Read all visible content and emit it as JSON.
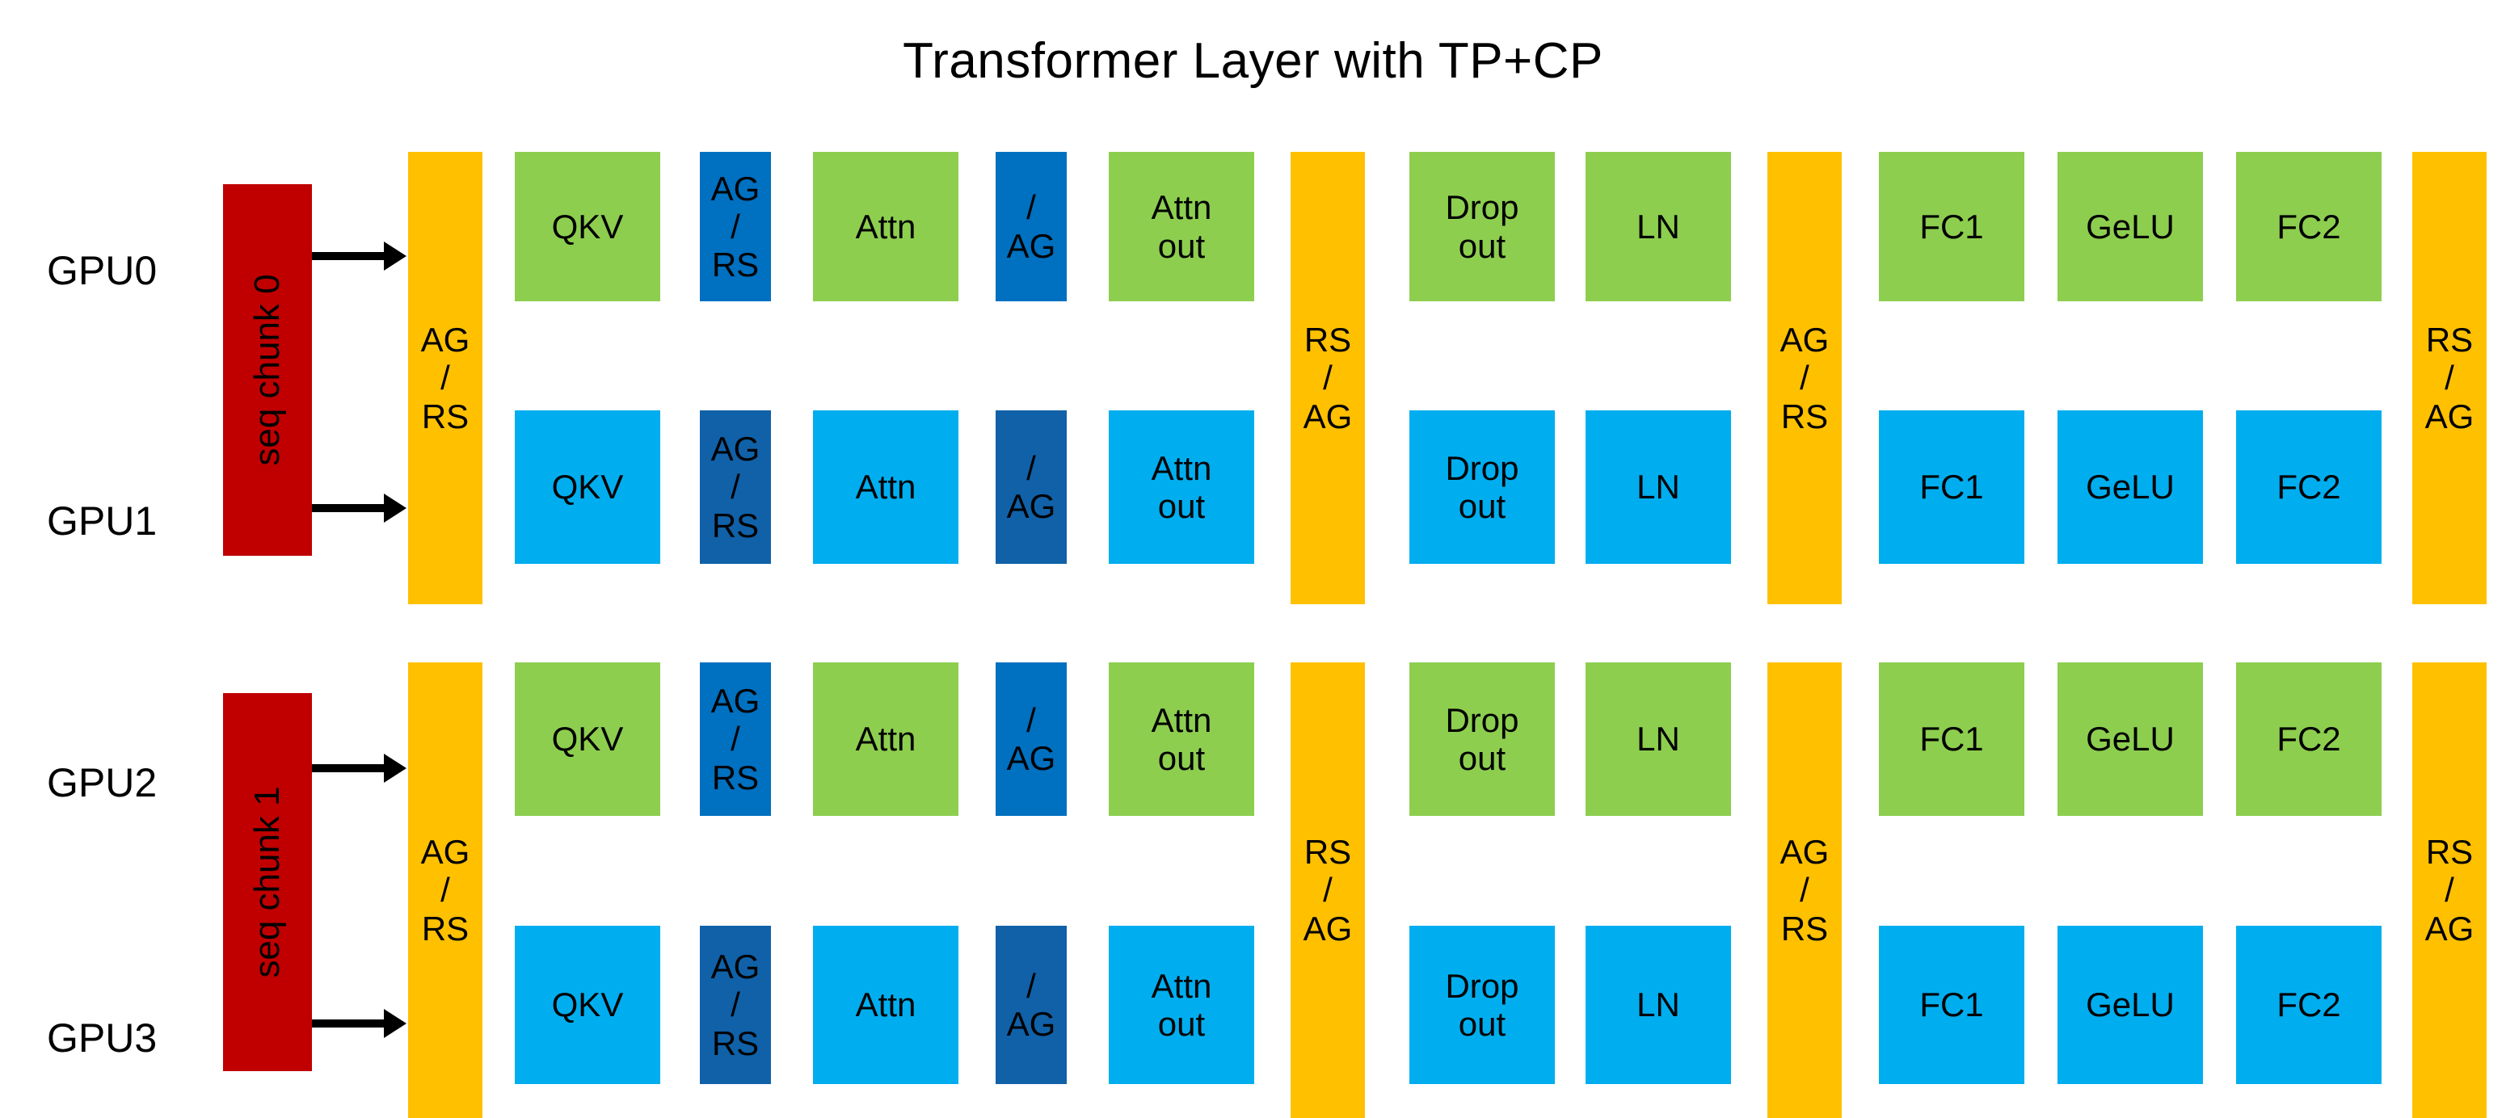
{
  "title": "Transformer Layer with TP+CP",
  "colors": {
    "green": "#8DCE4F",
    "light_blue": "#00AEEF",
    "dark_blue": "#0070C0",
    "dark_blue_alt": "#1061A8",
    "orange": "#FFC000",
    "red": "#C00000",
    "text": "#000000",
    "background": "#FFFFFF"
  },
  "groups": [
    {
      "id": "top",
      "seq_chunk_label": "seq chunk 0",
      "rows": [
        {
          "gpu_label": "GPU0",
          "color_key": "green",
          "blocks": [
            {
              "label": "QKV"
            },
            {
              "label": "Attn"
            },
            {
              "label": "Attn\nout"
            },
            {
              "label": "Drop\nout"
            },
            {
              "label": "LN"
            },
            {
              "label": "FC1"
            },
            {
              "label": "GeLU"
            },
            {
              "label": "FC2"
            }
          ]
        },
        {
          "gpu_label": "GPU1",
          "color_key": "light_blue",
          "blocks": [
            {
              "label": "QKV"
            },
            {
              "label": "Attn"
            },
            {
              "label": "Attn\nout"
            },
            {
              "label": "Drop\nout"
            },
            {
              "label": "LN"
            },
            {
              "label": "FC1"
            },
            {
              "label": "GeLU"
            },
            {
              "label": "FC2"
            }
          ]
        }
      ],
      "span_blocks": [
        {
          "label": "AG\n/\nRS",
          "color_key": "orange"
        },
        {
          "label": "RS\n/\nAG",
          "color_key": "orange"
        },
        {
          "label": "AG\n/\nRS",
          "color_key": "orange"
        },
        {
          "label": "RS\n/\nAG",
          "color_key": "orange"
        }
      ],
      "per_row_comm_blocks": [
        {
          "label": "AG\n/\nRS",
          "color_key": "dark_blue"
        },
        {
          "label": "/\nAG",
          "color_key": "dark_blue"
        },
        {
          "label": "AG\n/\nRS",
          "color_key": "dark_blue_alt"
        },
        {
          "label": "/\nAG",
          "color_key": "dark_blue_alt"
        }
      ]
    },
    {
      "id": "bottom",
      "seq_chunk_label": "seq chunk 1",
      "rows": [
        {
          "gpu_label": "GPU2",
          "color_key": "green",
          "blocks": [
            {
              "label": "QKV"
            },
            {
              "label": "Attn"
            },
            {
              "label": "Attn\nout"
            },
            {
              "label": "Drop\nout"
            },
            {
              "label": "LN"
            },
            {
              "label": "FC1"
            },
            {
              "label": "GeLU"
            },
            {
              "label": "FC2"
            }
          ]
        },
        {
          "gpu_label": "GPU3",
          "color_key": "light_blue",
          "blocks": [
            {
              "label": "QKV"
            },
            {
              "label": "Attn"
            },
            {
              "label": "Attn\nout"
            },
            {
              "label": "Drop\nout"
            },
            {
              "label": "LN"
            },
            {
              "label": "FC1"
            },
            {
              "label": "GeLU"
            },
            {
              "label": "FC2"
            }
          ]
        }
      ],
      "span_blocks": [
        {
          "label": "AG\n/\nRS",
          "color_key": "orange"
        },
        {
          "label": "RS\n/\nAG",
          "color_key": "orange"
        },
        {
          "label": "AG\n/\nRS",
          "color_key": "orange"
        },
        {
          "label": "RS\n/\nAG",
          "color_key": "orange"
        }
      ],
      "per_row_comm_blocks": [
        {
          "label": "AG\n/\nRS",
          "color_key": "dark_blue"
        },
        {
          "label": "/\nAG",
          "color_key": "dark_blue"
        },
        {
          "label": "AG\n/\nRS",
          "color_key": "dark_blue_alt"
        },
        {
          "label": "/\nAG",
          "color_key": "dark_blue_alt"
        }
      ]
    }
  ]
}
